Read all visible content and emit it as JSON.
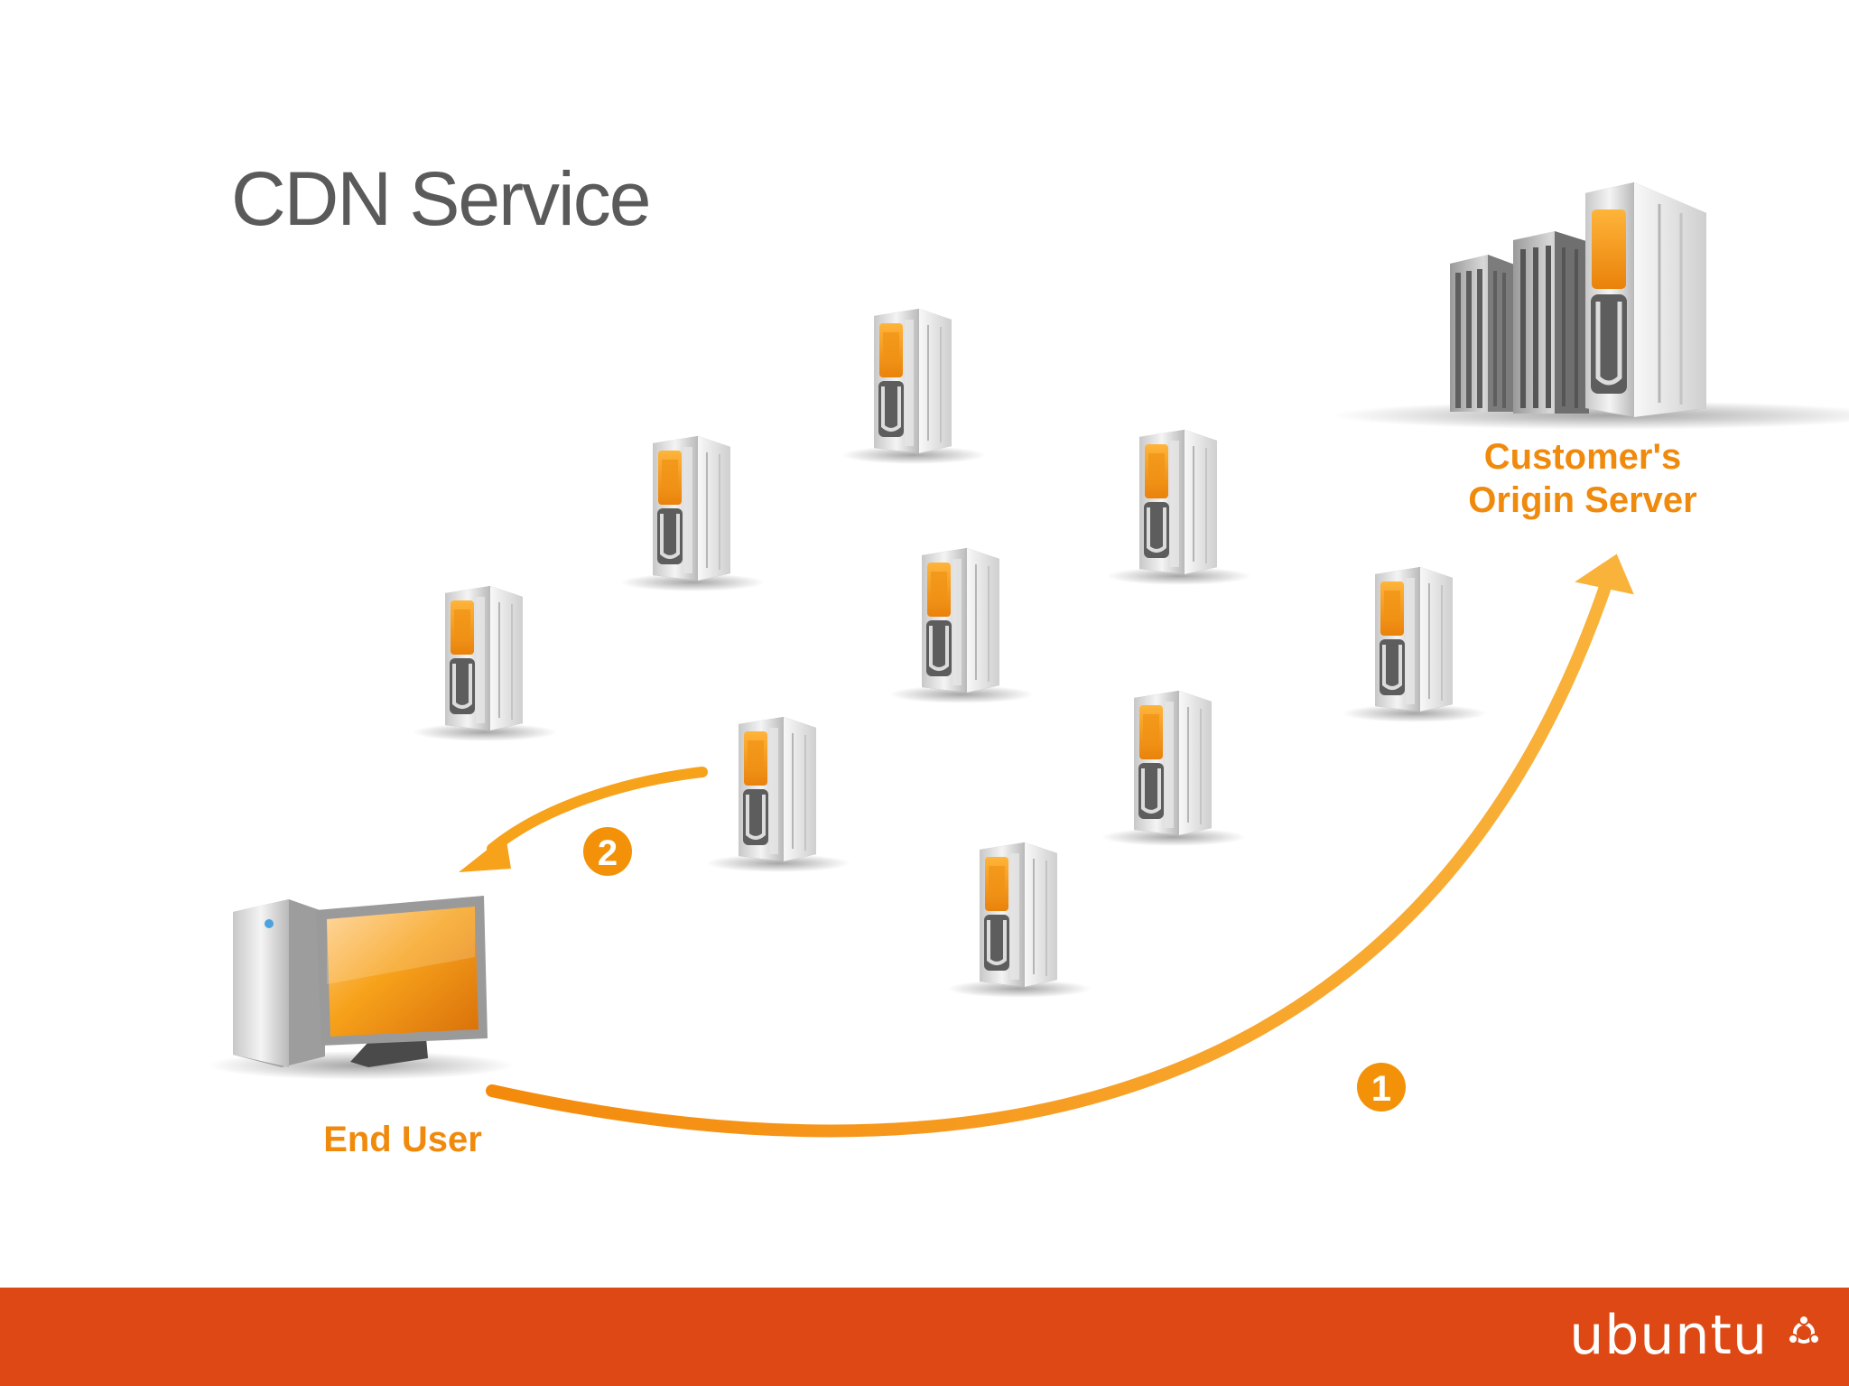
{
  "title": "CDN Service",
  "nodes": {
    "origin": {
      "label": "Customer's Origin Server"
    },
    "end_user": {
      "label": "End User"
    },
    "edge_server_count": 9
  },
  "steps": [
    {
      "number": "1",
      "from": "End User",
      "to": "Customer's Origin Server"
    },
    {
      "number": "2",
      "from": "Edge server",
      "to": "End User"
    }
  ],
  "footer": {
    "brand": "ubuntu"
  },
  "colors": {
    "accent_orange": "#f7a21b",
    "label_orange": "#f08a0c",
    "footer_bar": "#dd4814",
    "title_gray": "#5a5a5a"
  },
  "icons": [
    "server-tower-icon",
    "office-building-icon",
    "desktop-computer-icon",
    "ubuntu-circle-of-friends-icon"
  ]
}
